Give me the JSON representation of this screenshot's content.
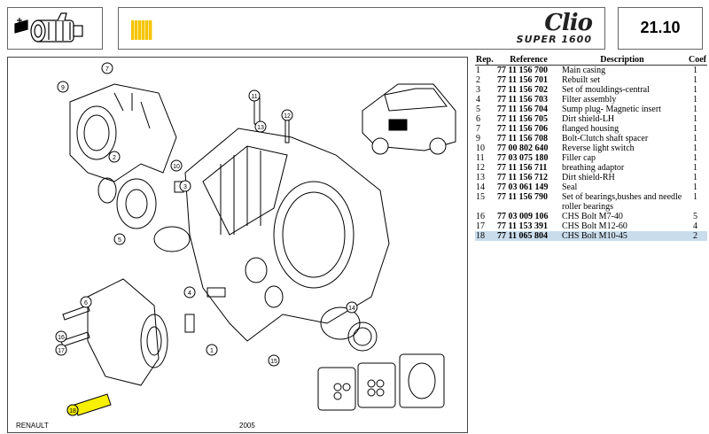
{
  "header": {
    "model_logo": "Clio",
    "model_sub": "SUPER 1600",
    "page_code": "21.10"
  },
  "table": {
    "headers": [
      "Rep.",
      "Reference",
      "Description",
      "Coef"
    ],
    "rows": [
      {
        "rep": "1",
        "ref": "77 11 156 700",
        "desc": "Main casing",
        "coef": "1"
      },
      {
        "rep": "2",
        "ref": "77 11 156 701",
        "desc": "Rebuilt set",
        "coef": "1"
      },
      {
        "rep": "3",
        "ref": "77 11 156 702",
        "desc": "Set of mouldings-central",
        "coef": "1"
      },
      {
        "rep": "4",
        "ref": "77 11 156 703",
        "desc": "Filter assembly",
        "coef": "1"
      },
      {
        "rep": "5",
        "ref": "77 11 156 704",
        "desc": "Sump plug- Magnetic insert",
        "coef": "1"
      },
      {
        "rep": "6",
        "ref": "77 11 156 705",
        "desc": "Dirt shield-LH",
        "coef": "1"
      },
      {
        "rep": "7",
        "ref": "77 11 156 706",
        "desc": "flanged housing",
        "coef": "1"
      },
      {
        "rep": "9",
        "ref": "77 11 156 708",
        "desc": "Bolt-Clutch shaft spacer",
        "coef": "1"
      },
      {
        "rep": "10",
        "ref": "77 00 802 640",
        "desc": "Reverse light switch",
        "coef": "1"
      },
      {
        "rep": "11",
        "ref": "77 03 075 180",
        "desc": "Filler cap",
        "coef": "1"
      },
      {
        "rep": "12",
        "ref": "77 11 156 711",
        "desc": "breathing adaptor",
        "coef": "1"
      },
      {
        "rep": "13",
        "ref": "77 11 156 712",
        "desc": "Dirt shield-RH",
        "coef": "1"
      },
      {
        "rep": "14",
        "ref": "77 03 061 149",
        "desc": "Seal",
        "coef": "1"
      },
      {
        "rep": "15",
        "ref": "77 11 156 790",
        "desc": "Set of bearings,bushes and needle roller bearings",
        "coef": "1"
      },
      {
        "rep": "16",
        "ref": "77 03 009 106",
        "desc": "CHS Bolt M7-40",
        "coef": "5"
      },
      {
        "rep": "17",
        "ref": "77 11 153 391",
        "desc": "CHS Bolt M12-60",
        "coef": "4"
      },
      {
        "rep": "18",
        "ref": "77 11 065 804",
        "desc": "CHS Bolt M10-45",
        "coef": "2",
        "selected": true
      }
    ]
  },
  "diagram": {
    "callouts": [
      "1",
      "2",
      "3",
      "4",
      "5",
      "6",
      "7",
      "9",
      "10",
      "11",
      "12",
      "13",
      "14",
      "15",
      "16",
      "17",
      "18"
    ]
  },
  "footer": {
    "left_text": "RENAULT",
    "center_text": "2005"
  }
}
